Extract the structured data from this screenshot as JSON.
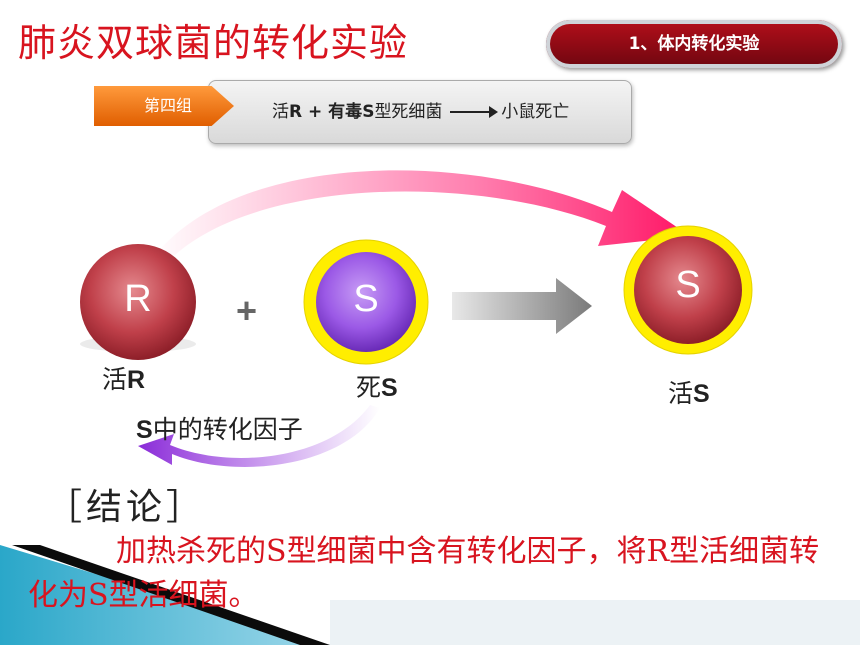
{
  "title": "肺炎双球菌的转化实验",
  "section_tab": "1、体内转化实验",
  "group": {
    "tag": "第四组",
    "pre": "活",
    "r": "R",
    "mid": " + 有毒",
    "s": "S",
    "post": "型死细菌",
    "result": "小鼠死亡"
  },
  "diagram": {
    "r_letter": "R",
    "s_letter_1": "S",
    "s_letter_2": "S",
    "plus": "+",
    "label_live_r_char": "活",
    "label_live_r_letter": "R",
    "label_dead_s_char": "死",
    "label_dead_s_letter": "S",
    "label_live_s_char": "活",
    "label_live_s_letter": "S",
    "factor_letter": "S",
    "factor_text": "中的转化因子",
    "colors": {
      "r_cell": "#c0404a",
      "s_cell": "#9b59e6",
      "capsule": "#ffee00",
      "arrow_pink": "#ff2a7a",
      "arrow_purple": "#9a3ce0",
      "title_red": "#d8141f"
    }
  },
  "conclusion": {
    "heading": "［结论］",
    "body": "加热杀死的S型细菌中含有转化因子，将R型活细菌转化为S型活细菌。"
  }
}
